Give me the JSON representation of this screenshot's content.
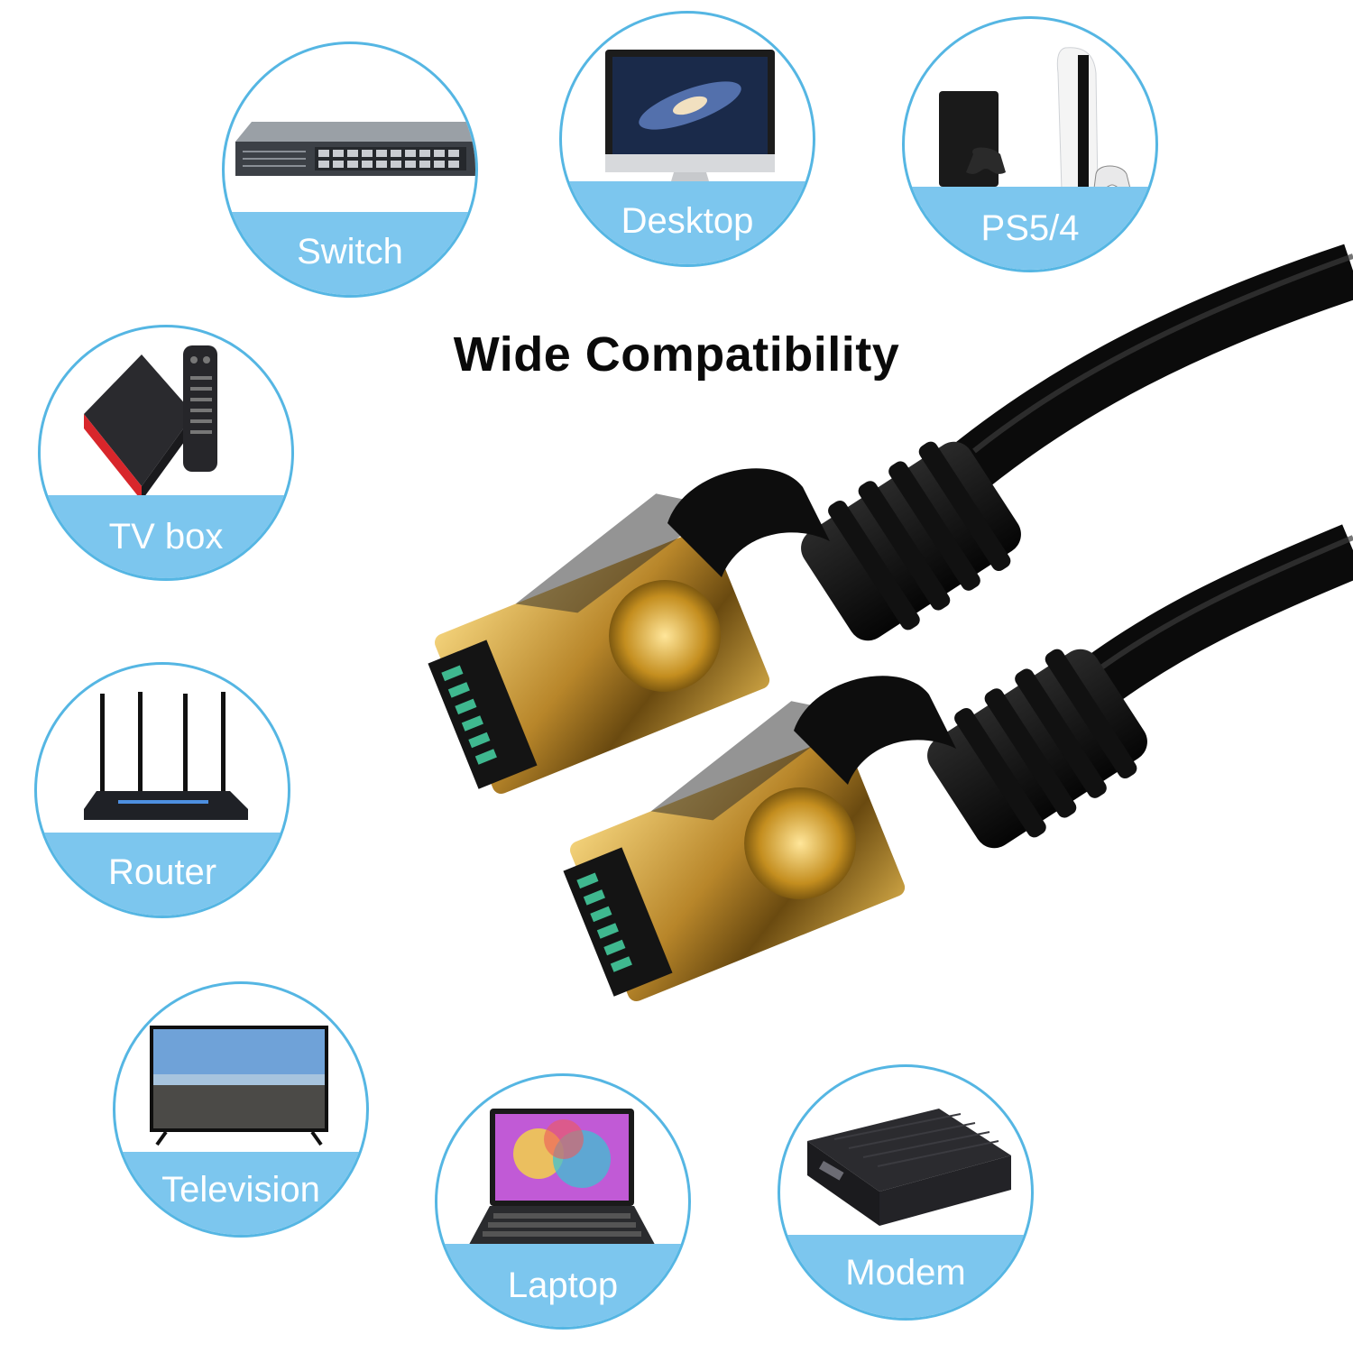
{
  "headline": "Wide Compatibility",
  "devices": [
    {
      "name": "switch",
      "label": "Switch"
    },
    {
      "name": "desktop",
      "label": "Desktop"
    },
    {
      "name": "console",
      "label": "PS5/4"
    },
    {
      "name": "tv-box",
      "label": "TV box"
    },
    {
      "name": "router",
      "label": "Router"
    },
    {
      "name": "television",
      "label": "Television"
    },
    {
      "name": "laptop",
      "label": "Laptop"
    },
    {
      "name": "modem",
      "label": "Modem"
    }
  ],
  "colors": {
    "circle_border": "#55b6e3",
    "label_band": "#7cc6ee",
    "cable": "#0b0b0b",
    "connector_gold": "#c9a23c"
  }
}
